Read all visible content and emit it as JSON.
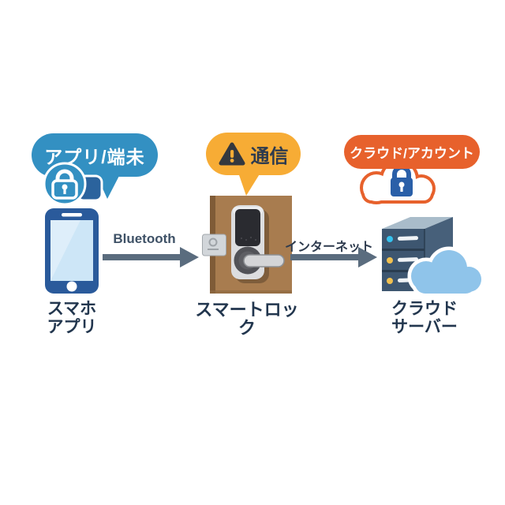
{
  "diagram_title": "smart-lock-risk-diagram",
  "bubbles": {
    "left": {
      "label": "アプリ/端未",
      "bg": "#3390C2",
      "icon": "padlock-and-device"
    },
    "middle": {
      "label": "通信",
      "bg": "#F7AC35",
      "icon": "warning-triangle"
    },
    "right": {
      "label": "クラウド/アカウント",
      "bg": "#E7612C",
      "icon": "cloud-with-padlock"
    }
  },
  "nodes": {
    "phone": {
      "label_line1": "スマホ",
      "label_line2": "アプリ"
    },
    "lock": {
      "label": "スマートロック"
    },
    "server": {
      "label_line1": "クラウド",
      "label_line2": "サーバー"
    }
  },
  "links": {
    "bluetooth": {
      "label": "Bluetooth"
    },
    "internet": {
      "label": "インターネット"
    }
  },
  "colors": {
    "bubble_blue": "#3390C2",
    "bubble_yellow": "#F7AC35",
    "bubble_orange": "#E7612C",
    "phone_body": "#2A5A9B",
    "phone_screen": "#CDE6F7",
    "door_brown": "#A87C4F",
    "door_edge": "#7F5B37",
    "lock_silver": "#DCDDDF",
    "server_front": "#3D5670",
    "server_side": "#47607A",
    "server_top": "#A9BCCA",
    "cloud_blue": "#8FC4EA",
    "padlock_blue": "#2A5FA8",
    "arrow_gray": "#5A6C7E",
    "label_navy": "#22364E"
  }
}
